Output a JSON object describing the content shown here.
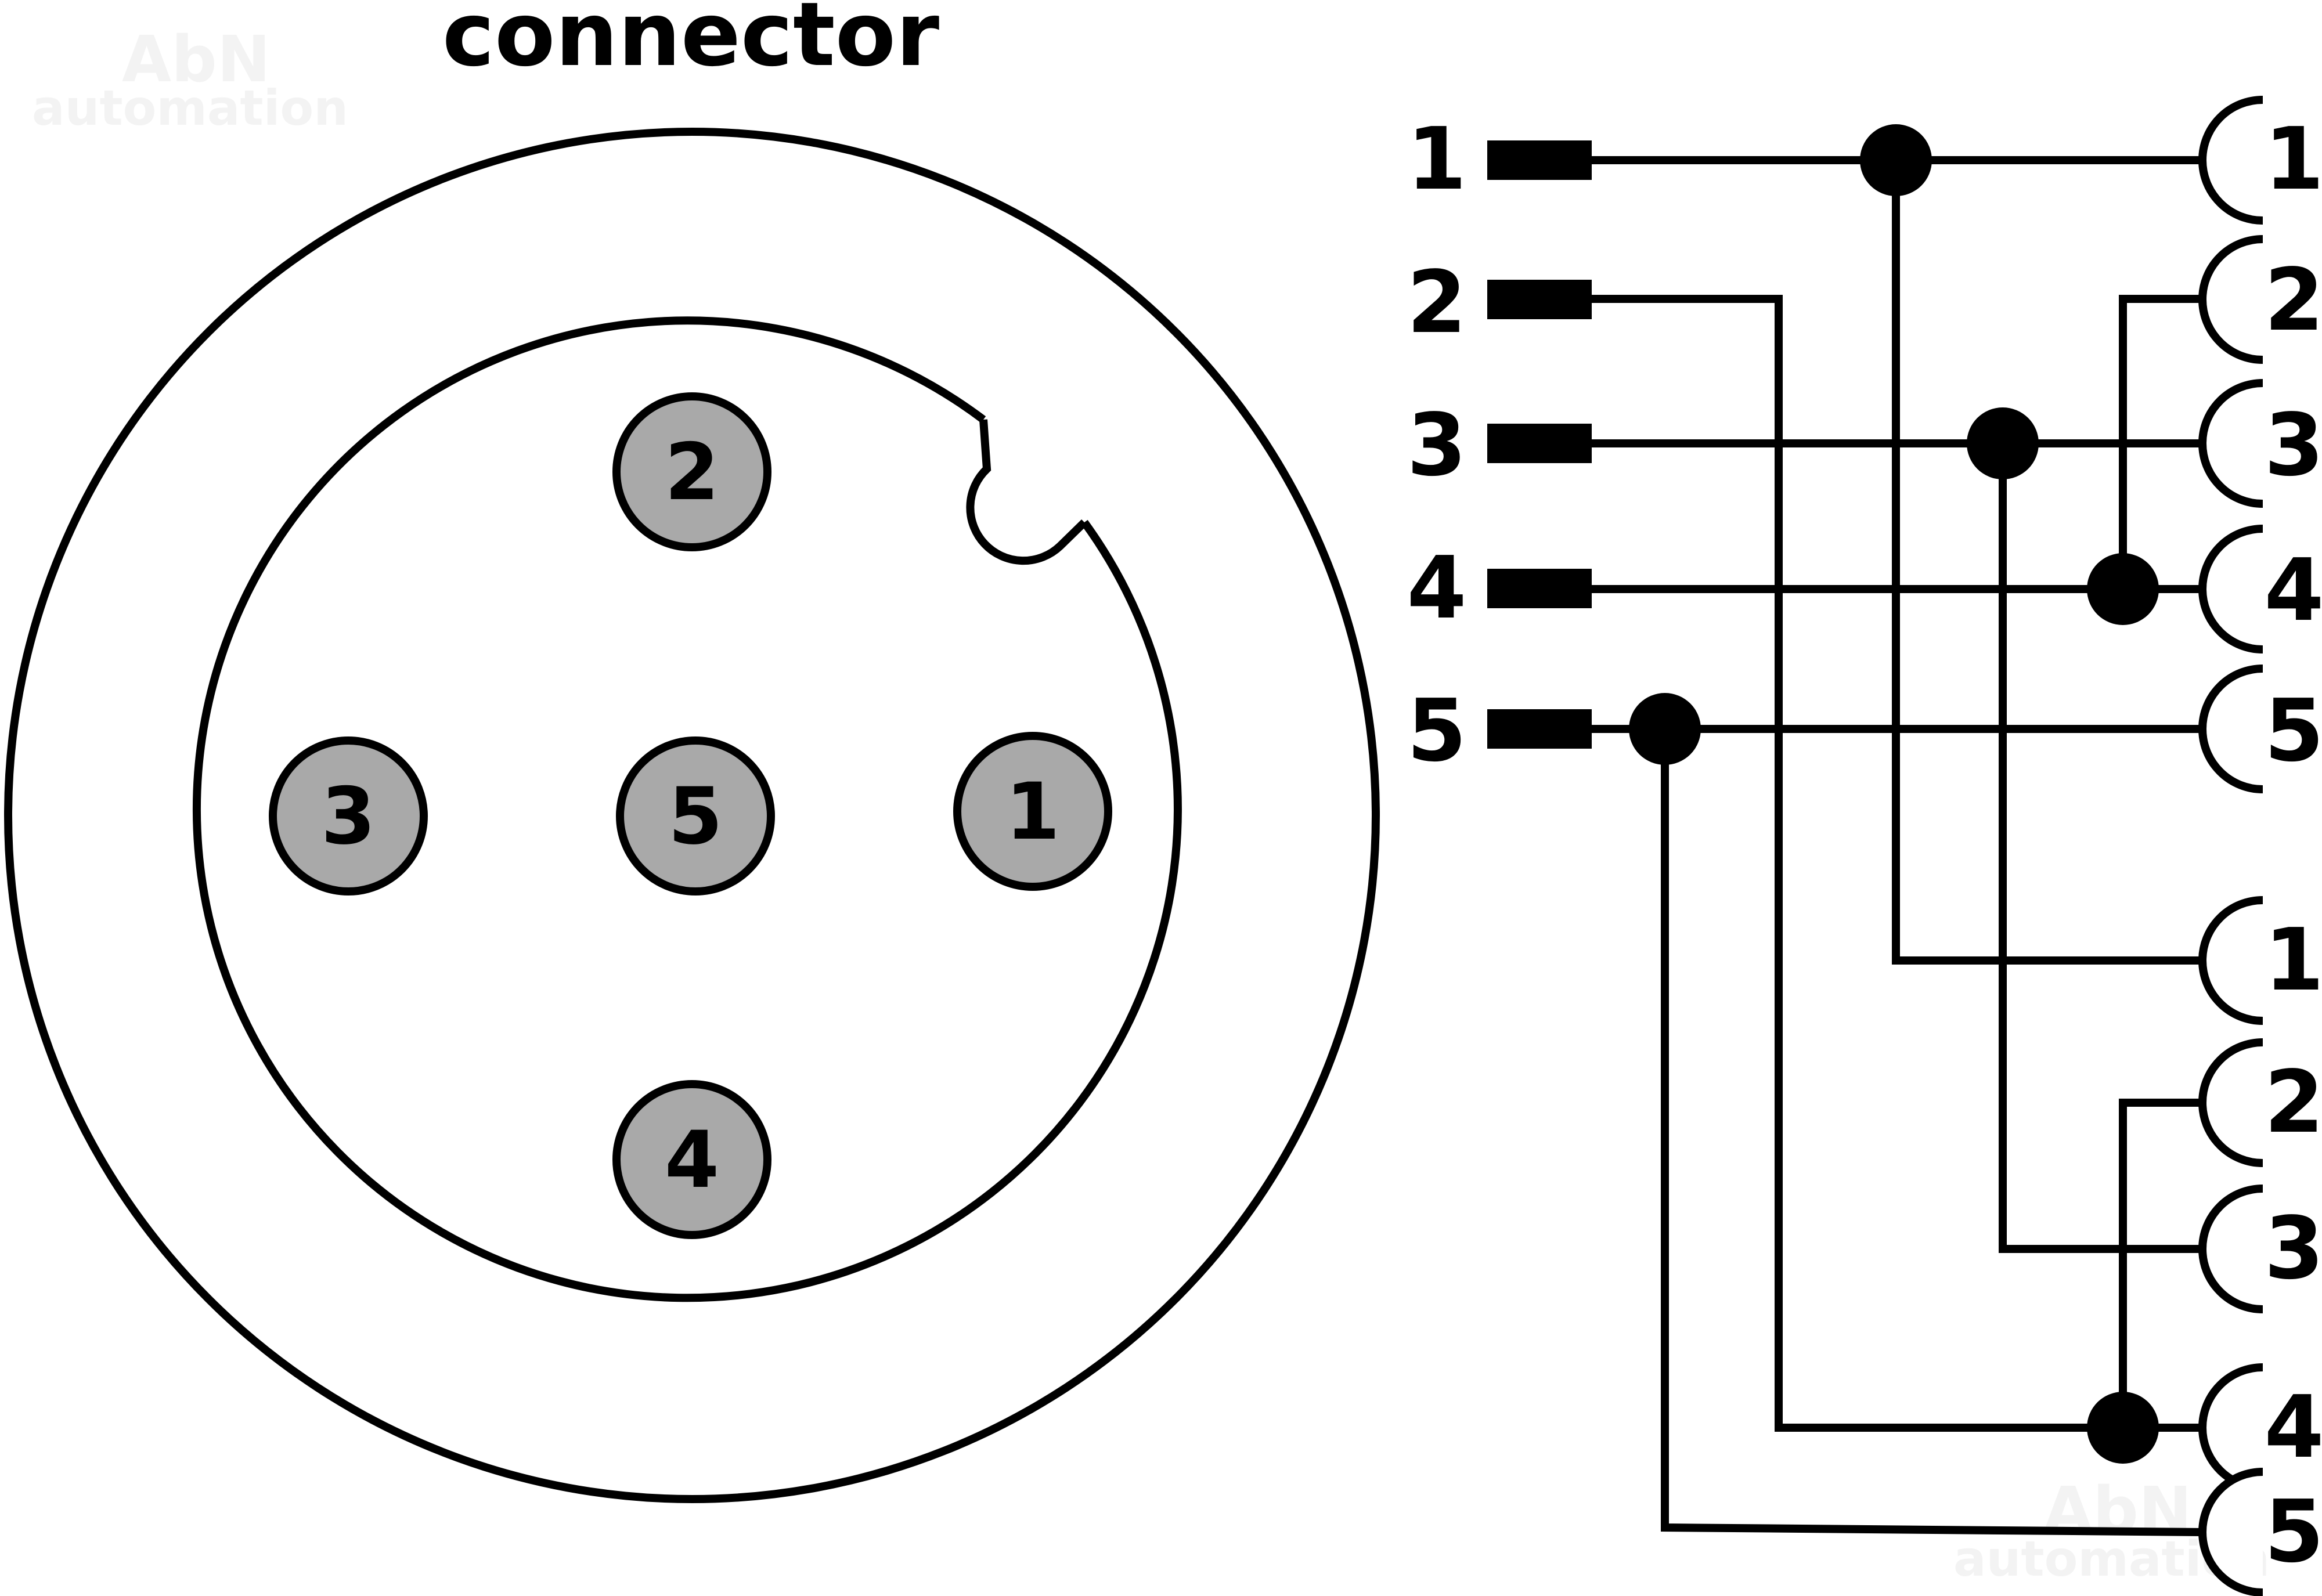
{
  "title": "connector",
  "watermark": {
    "line1": "AbN",
    "line2": "automation"
  },
  "connector_face": {
    "pins": [
      {
        "label": "1"
      },
      {
        "label": "2"
      },
      {
        "label": "3"
      },
      {
        "label": "4"
      },
      {
        "label": "5"
      }
    ]
  },
  "wiring": {
    "inputs": [
      {
        "label": "1"
      },
      {
        "label": "2"
      },
      {
        "label": "3"
      },
      {
        "label": "4"
      },
      {
        "label": "5"
      }
    ],
    "outputs_a": [
      {
        "label": "1"
      },
      {
        "label": "2"
      },
      {
        "label": "3"
      },
      {
        "label": "4"
      },
      {
        "label": "5"
      }
    ],
    "outputs_b": [
      {
        "label": "1"
      },
      {
        "label": "2"
      },
      {
        "label": "3"
      },
      {
        "label": "4"
      },
      {
        "label": "5"
      }
    ]
  },
  "colors": {
    "line": "#000000",
    "pin_fill": "#a9a9a9",
    "background": "#ffffff",
    "watermark": "#f3f3f3"
  }
}
